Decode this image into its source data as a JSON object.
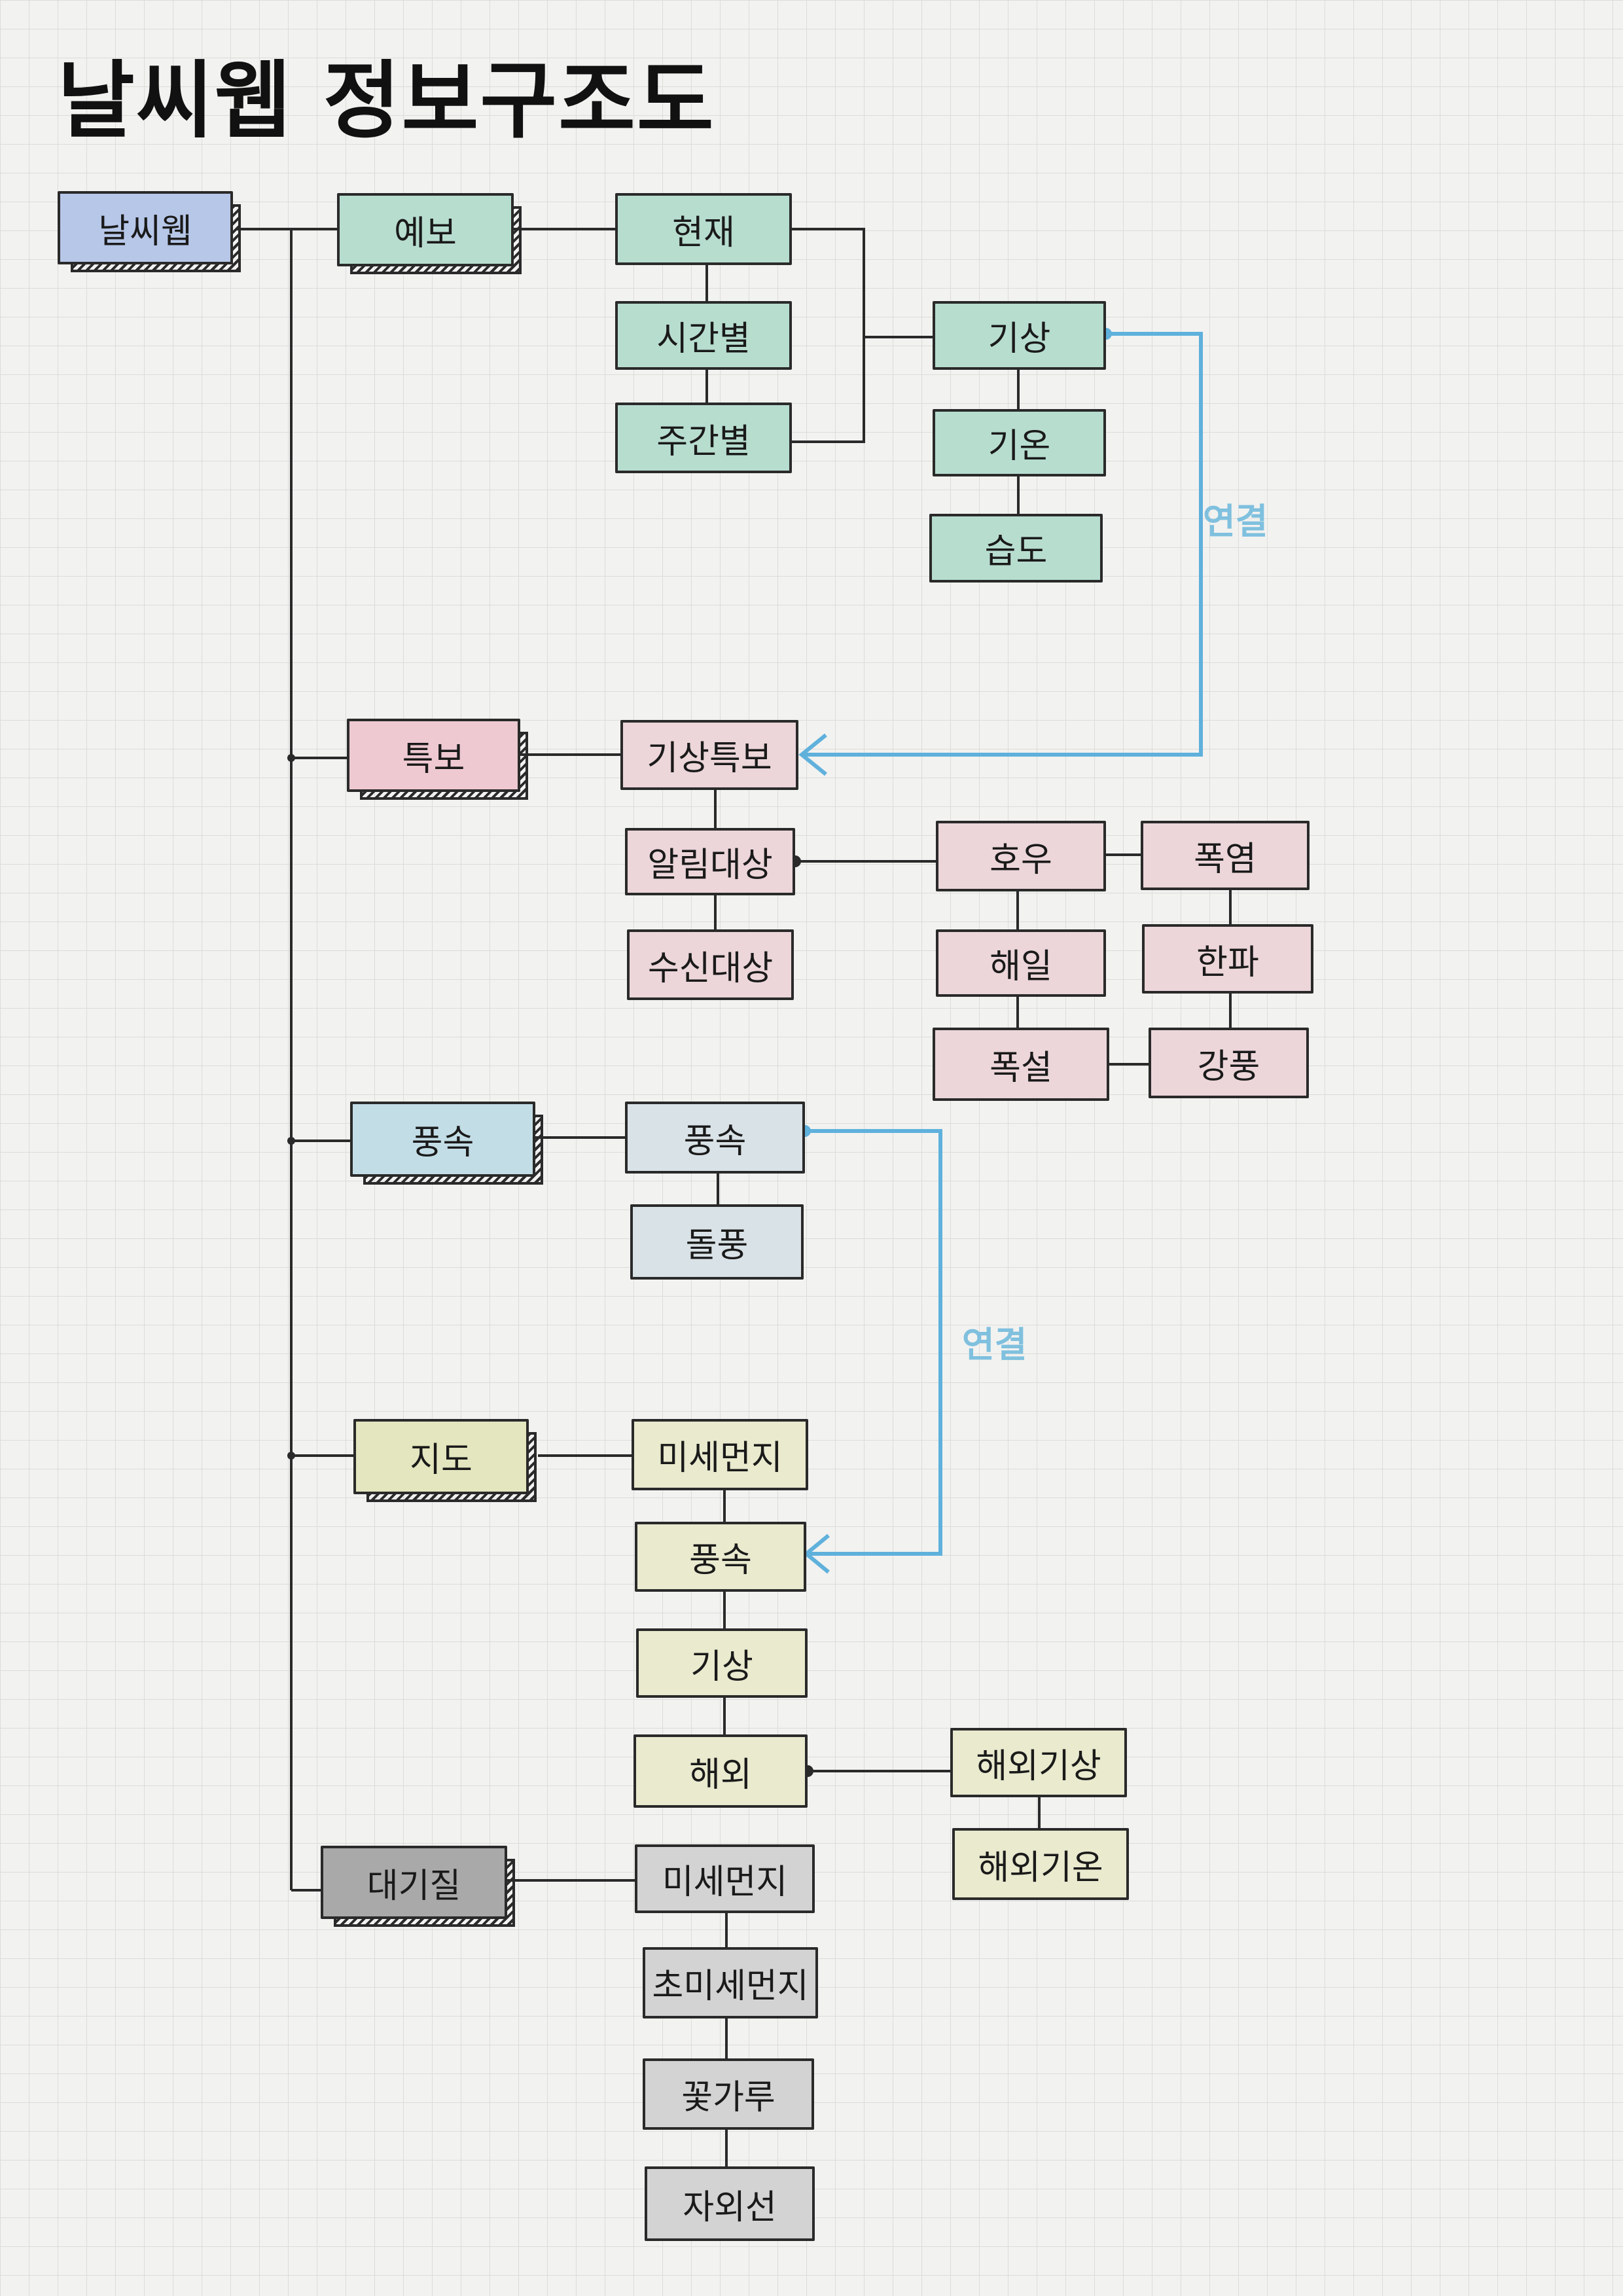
{
  "title": "날씨웹 정보구조도",
  "root": "날씨웹",
  "link_label": "연결",
  "colors": {
    "link": "#5fb1dc",
    "line": "#2a2a2a",
    "forecast": "#b7ddcf",
    "special_report": "#eec9d2",
    "wind": "#c3dde6",
    "map": "#e3e6be",
    "air": "#a9a9a9",
    "root": "#b7c7e8"
  },
  "categories": {
    "forecast": {
      "label": "예보",
      "periods": [
        "현재",
        "시간별",
        "주간별"
      ],
      "items": [
        "기상",
        "기온",
        "습도"
      ]
    },
    "special_report": {
      "label": "특보",
      "main": "기상특보",
      "sub": [
        "알림대상",
        "수신대상"
      ],
      "alerts": [
        "호우",
        "폭염",
        "해일",
        "한파",
        "폭설",
        "강풍"
      ]
    },
    "wind": {
      "label": "풍속",
      "items": [
        "풍속",
        "돌풍"
      ]
    },
    "map": {
      "label": "지도",
      "items": [
        "미세먼지",
        "풍속",
        "기상",
        "해외"
      ],
      "overseas": [
        "해외기상",
        "해외기온"
      ]
    },
    "air": {
      "label": "대기질",
      "items": [
        "미세먼지",
        "초미세먼지",
        "꽃가루",
        "자외선"
      ]
    }
  }
}
